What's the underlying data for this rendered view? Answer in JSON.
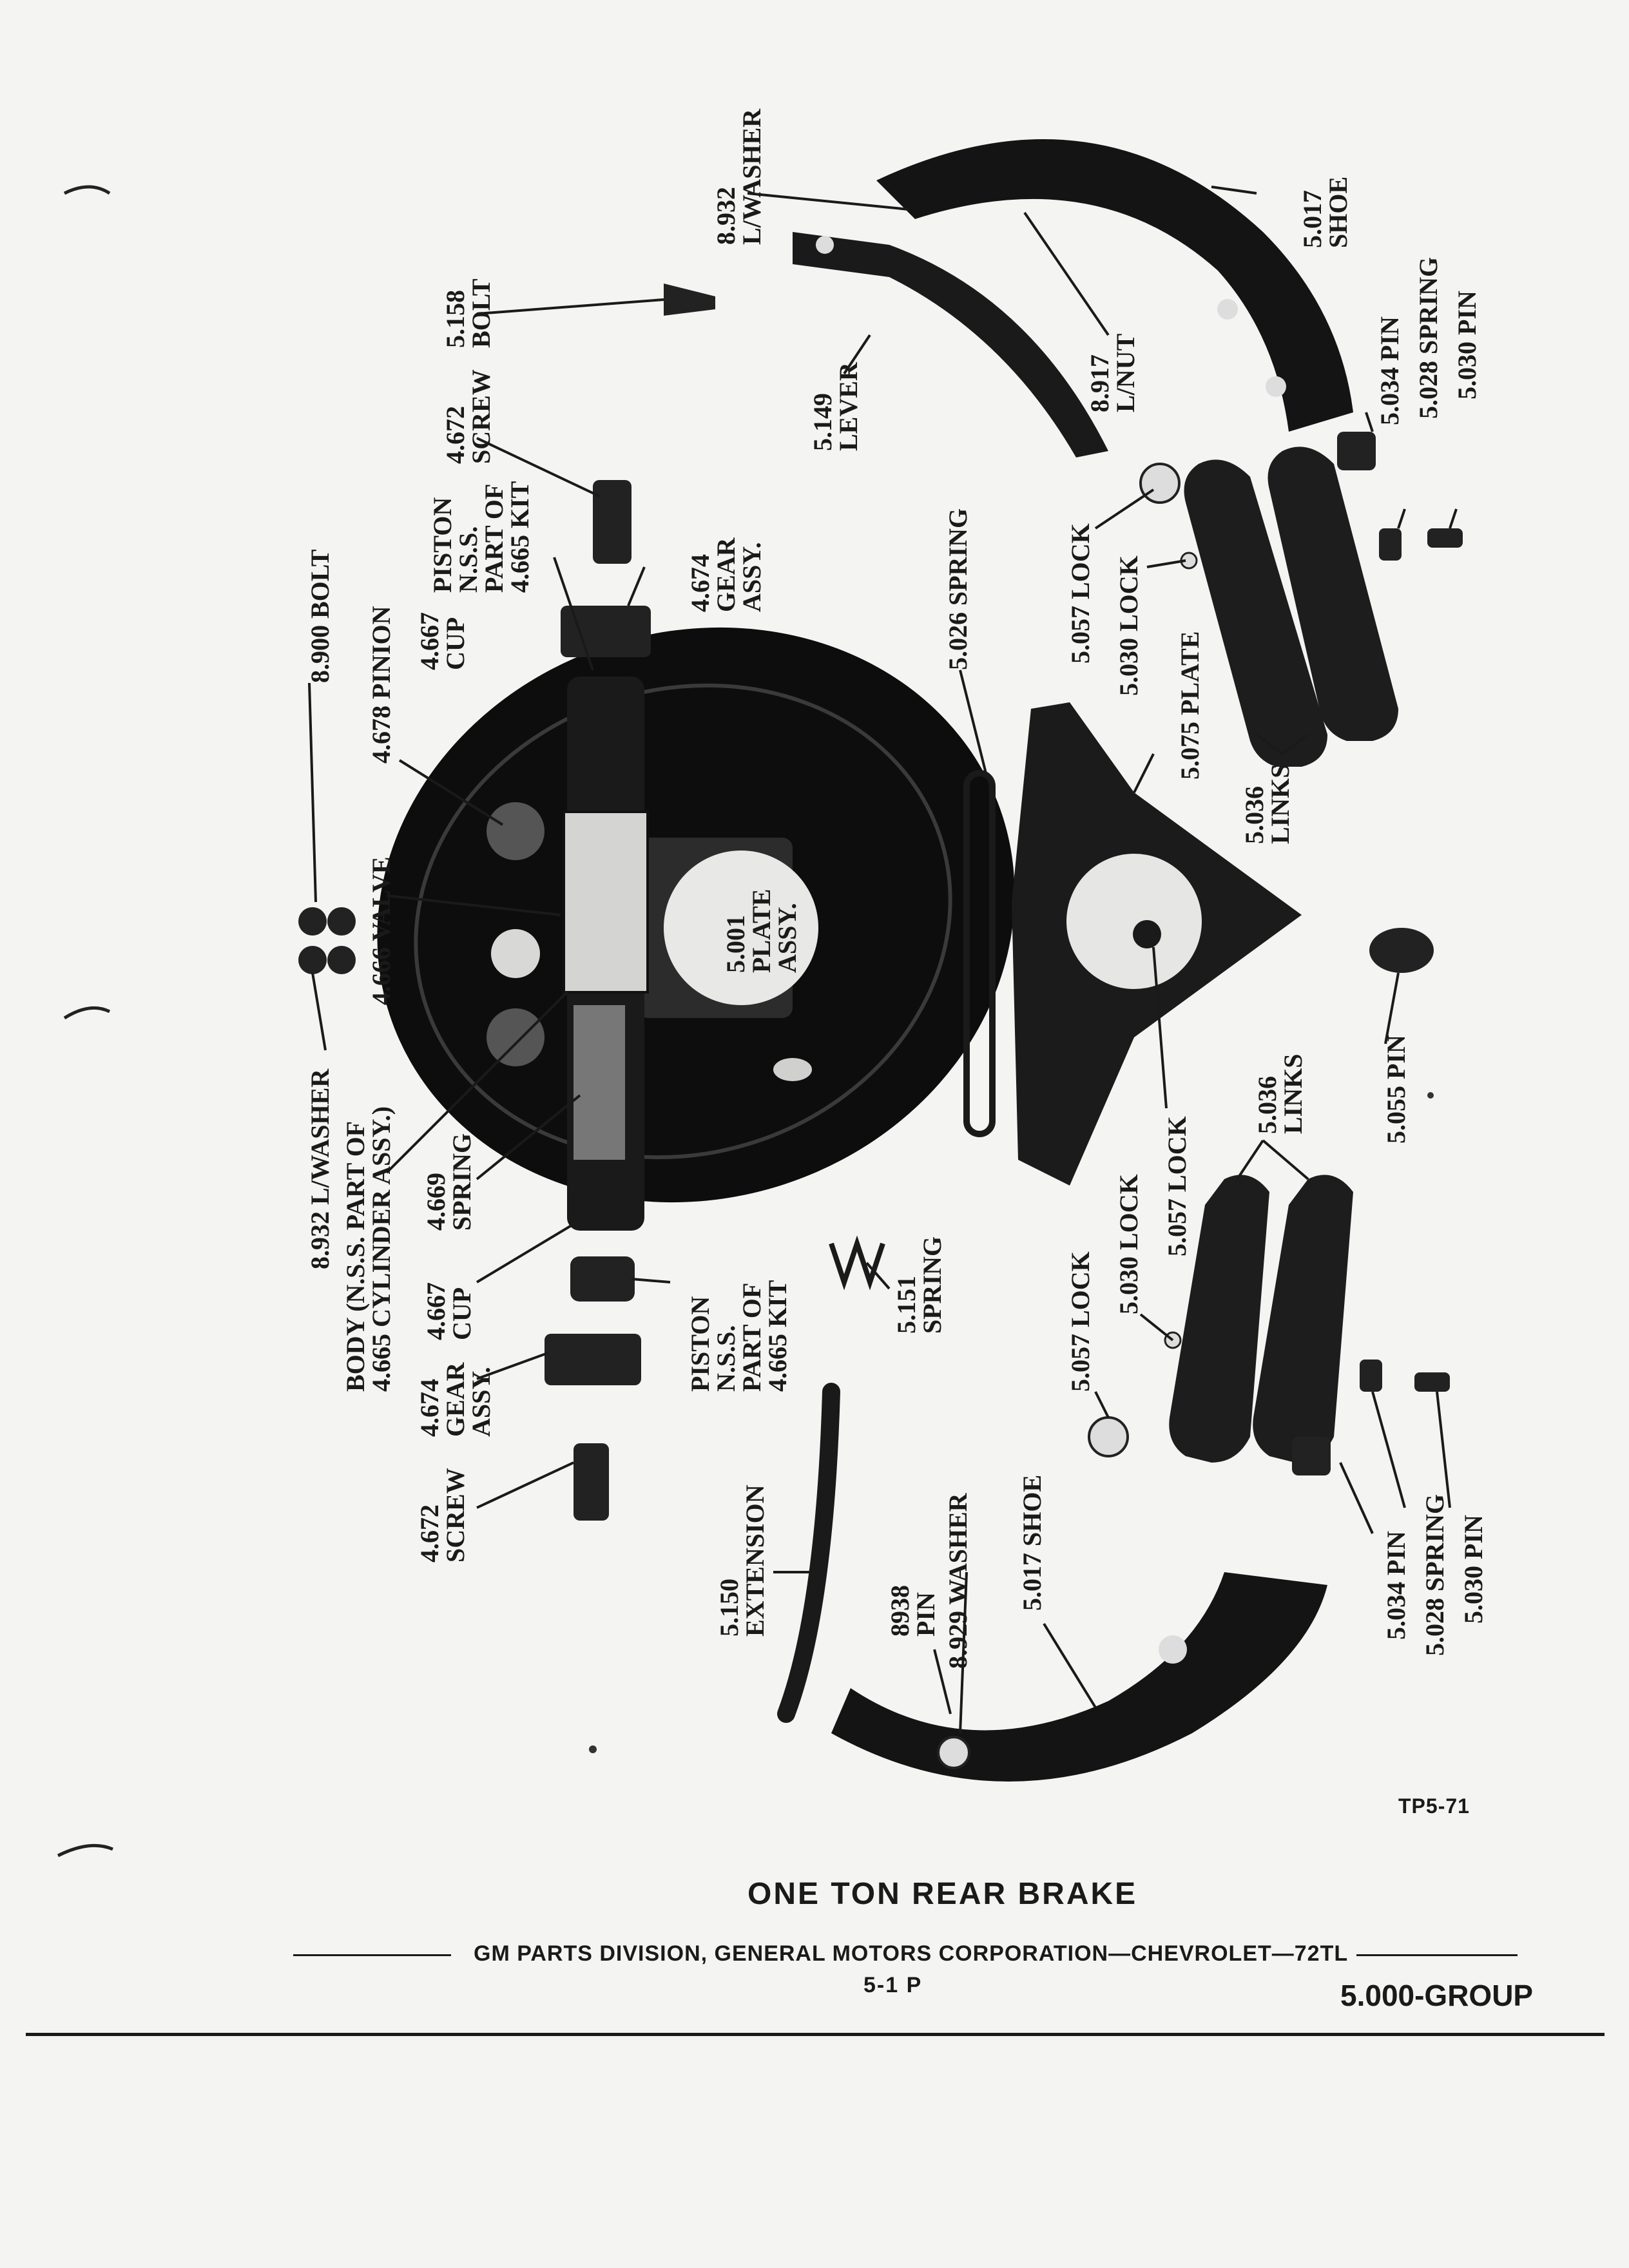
{
  "figure": {
    "title": "ONE TON REAR BRAKE",
    "code": "TP5-71"
  },
  "footer": {
    "publisher": "GM PARTS DIVISION, GENERAL MOTORS CORPORATION—CHEVROLET—72TL",
    "page": "5-1 P",
    "group": "5.000-GROUP"
  },
  "callouts": [
    {
      "id": "c1",
      "lines": [
        "8.932",
        "L/WASHER"
      ]
    },
    {
      "id": "c2",
      "lines": [
        "5.017",
        "SHOE"
      ]
    },
    {
      "id": "c3",
      "lines": [
        "5.158",
        "BOLT"
      ]
    },
    {
      "id": "c4",
      "lines": [
        "8.917",
        "L/NUT"
      ]
    },
    {
      "id": "c5",
      "lines": [
        "5.149",
        "LEVER"
      ]
    },
    {
      "id": "c6",
      "lines": [
        "5.034 PIN"
      ]
    },
    {
      "id": "c7",
      "lines": [
        "5.028 SPRING"
      ]
    },
    {
      "id": "c8",
      "lines": [
        "5.030 PIN"
      ]
    },
    {
      "id": "c9",
      "lines": [
        "4.672",
        "SCREW"
      ]
    },
    {
      "id": "c10",
      "lines": [
        "PISTON",
        "N.S.S.",
        "PART OF",
        "4.665 KIT"
      ]
    },
    {
      "id": "c11",
      "lines": [
        "4.674",
        "GEAR",
        "ASSY."
      ]
    },
    {
      "id": "c12",
      "lines": [
        "5.026 SPRING"
      ]
    },
    {
      "id": "c13",
      "lines": [
        "5.057 LOCK"
      ]
    },
    {
      "id": "c14",
      "lines": [
        "5.030 LOCK"
      ]
    },
    {
      "id": "c15",
      "lines": [
        "5.075 PLATE"
      ]
    },
    {
      "id": "c16",
      "lines": [
        "5.036",
        "LINKS"
      ]
    },
    {
      "id": "c17",
      "lines": [
        "8.900 BOLT"
      ]
    },
    {
      "id": "c18",
      "lines": [
        "4.678 PINION"
      ]
    },
    {
      "id": "c19",
      "lines": [
        "4.667",
        "CUP"
      ]
    },
    {
      "id": "c20",
      "lines": [
        "5.001",
        "PLATE",
        "ASSY."
      ]
    },
    {
      "id": "c21",
      "lines": [
        "4.666 VALVE"
      ]
    },
    {
      "id": "c22",
      "lines": [
        "5.055 PIN"
      ]
    },
    {
      "id": "c23",
      "lines": [
        "8.932 L/WASHER"
      ]
    },
    {
      "id": "c24",
      "lines": [
        "BODY (N.S.S. PART OF",
        "4.665 CYLINDER ASSY.)"
      ]
    },
    {
      "id": "c25",
      "lines": [
        "4.669",
        "SPRING"
      ]
    },
    {
      "id": "c26",
      "lines": [
        "4.667",
        "CUP"
      ]
    },
    {
      "id": "c27",
      "lines": [
        "5.036",
        "LINKS"
      ]
    },
    {
      "id": "c28",
      "lines": [
        "5.057 LOCK"
      ]
    },
    {
      "id": "c29",
      "lines": [
        "5.057 LOCK"
      ]
    },
    {
      "id": "c30",
      "lines": [
        "5.030 LOCK"
      ]
    },
    {
      "id": "c31",
      "lines": [
        "PISTON",
        "N.S.S.",
        "PART OF",
        "4.665 KIT"
      ]
    },
    {
      "id": "c32",
      "lines": [
        "5.151",
        "SPRING"
      ]
    },
    {
      "id": "c33",
      "lines": [
        "4.674",
        "GEAR",
        "ASSY."
      ]
    },
    {
      "id": "c34",
      "lines": [
        "4.672",
        "SCREW"
      ]
    },
    {
      "id": "c35",
      "lines": [
        "5.150",
        "EXTENSION"
      ]
    },
    {
      "id": "c36",
      "lines": [
        "8938",
        "PIN"
      ]
    },
    {
      "id": "c37",
      "lines": [
        "8.929 WASHER"
      ]
    },
    {
      "id": "c38",
      "lines": [
        "5.017 SHOE"
      ]
    },
    {
      "id": "c39",
      "lines": [
        "5.034 PIN"
      ]
    },
    {
      "id": "c40",
      "lines": [
        "5.028 SPRING"
      ]
    },
    {
      "id": "c41",
      "lines": [
        "5.030 PIN"
      ]
    }
  ]
}
